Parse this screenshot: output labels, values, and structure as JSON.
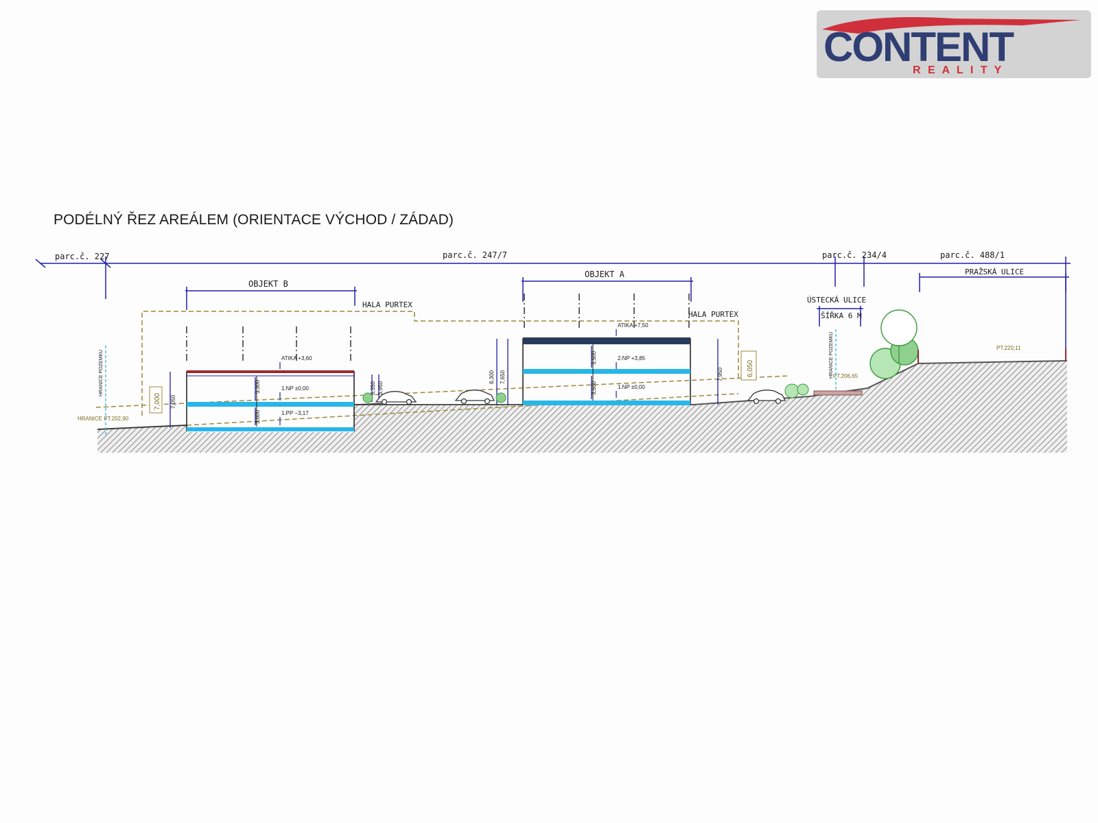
{
  "logo": {
    "brand": "CONTENT",
    "sub": "R E A L I T Y"
  },
  "title": "PODÉLNÝ ŘEZ AREÁLEM (ORIENTACE VÝCHOD / ZÁDAD)",
  "parcels": [
    "parc.č. 227",
    "parc.č. 247/7",
    "parc.č. 234/4",
    "parc.č. 488/1"
  ],
  "labels": {
    "objekt_b": "OBJEKT B",
    "objekt_a": "OBJEKT A",
    "hala_purtex": "HALA PURTEX",
    "ustecka": "ÚSTECKÁ ULICE",
    "sirka": "ŠÍŘKA 6 M",
    "prazska": "PRAŽSKÁ ULICE",
    "hranice": "HRANICE POZEMKU"
  },
  "levels": {
    "b_atika": "ATIKA +3,60",
    "b_1np": "1.NP ±0,00",
    "b_1pp": "1.PP −3,17",
    "a_atika": "ATIKA +7,50",
    "a_2np": "2.NP +3,85",
    "a_1np": "1.NP ±0,00",
    "hranice_left": "HRANICE PT.202,90",
    "pt_mid": "PT.206,65",
    "pt_right": "PT.220,11"
  },
  "dims": {
    "b_frame": "7,000",
    "b_total": "7,050",
    "b_floor": "3,300",
    "b_lower": "3,600",
    "b_side1": "6,350",
    "b_side2": "3,950",
    "a_left1": "8,300",
    "a_left2": "7,650",
    "a_floor": "3,500",
    "a_floor2": "3,500",
    "a_right": "7,950",
    "a_frame": "6,050"
  },
  "colors": {
    "dim_line": "#1f1fa8",
    "floor_blue": "#29b6e8",
    "building_line": "#1a1a1a",
    "dashed_olive": "#9a8a3a",
    "ground_hatch": "#8a8a8a",
    "tree_green": "#3a9a3a",
    "logo_red": "#d0303c",
    "logo_navy": "#2f3e73"
  }
}
